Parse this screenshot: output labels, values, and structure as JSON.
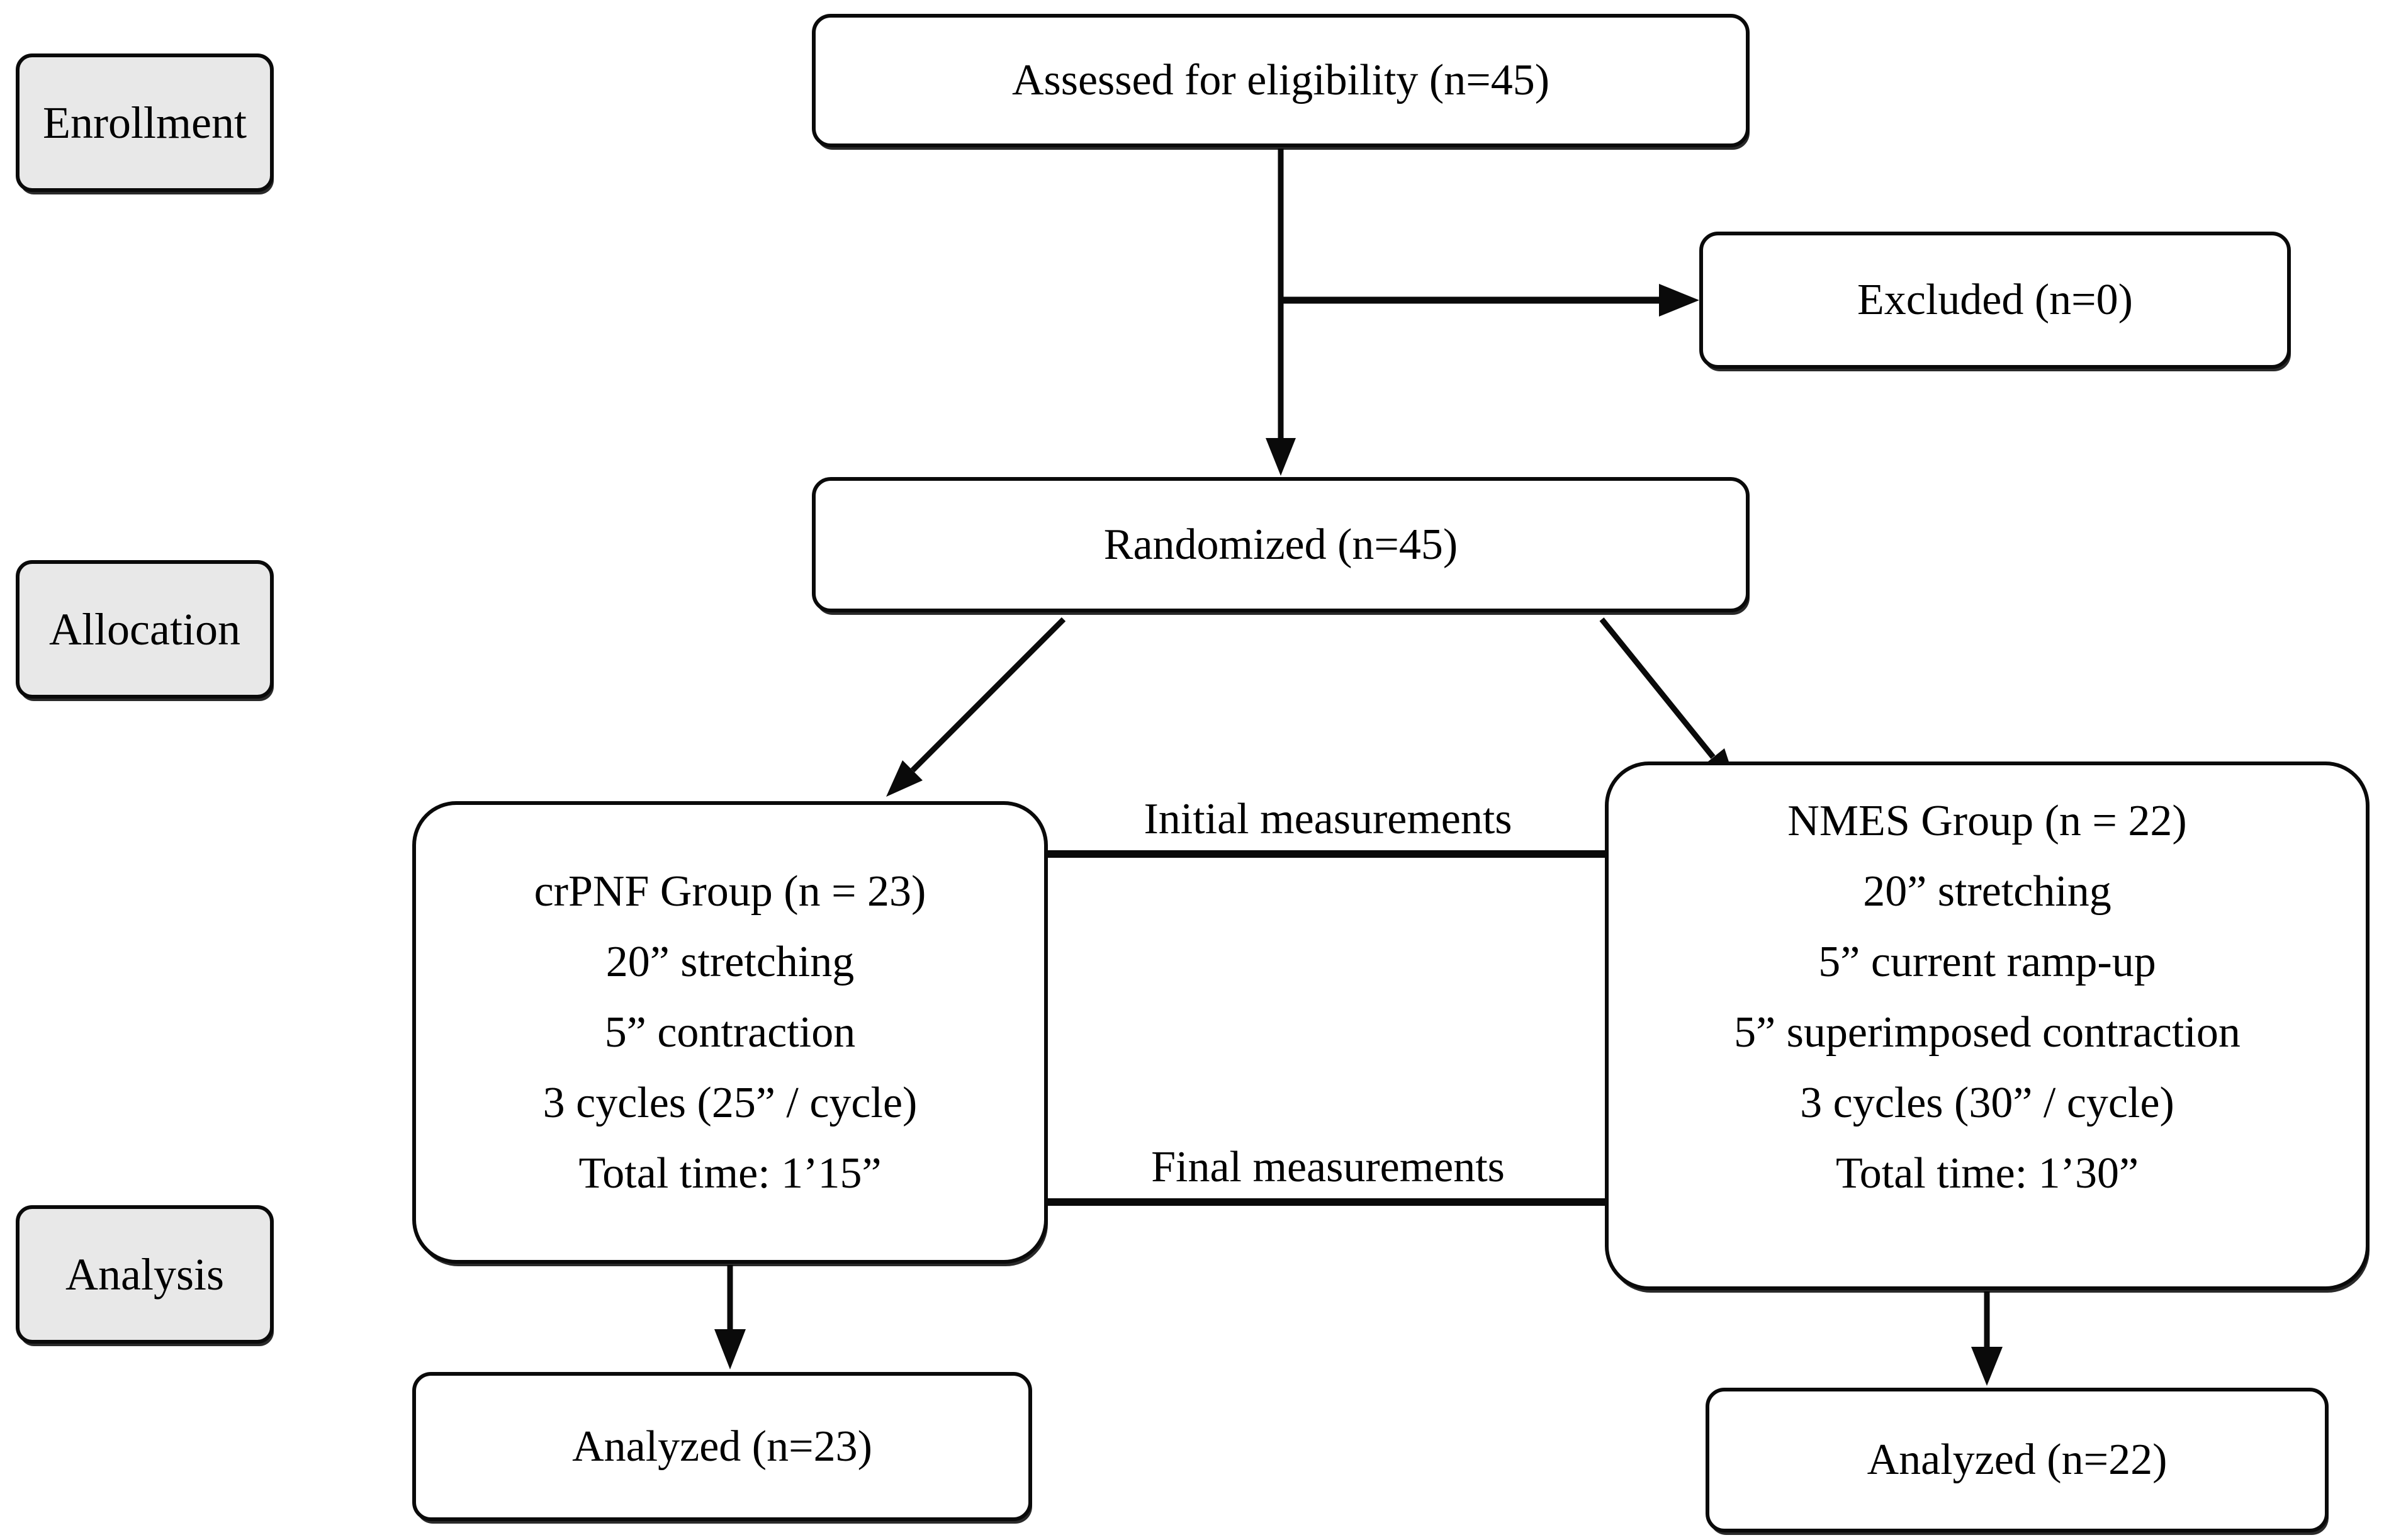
{
  "figure": {
    "type": "consort-flow-diagram",
    "background_color": "#ffffff",
    "line_color": "#000000",
    "stage_box_fill": "#e8e8e8"
  },
  "stages": [
    {
      "label": "Enrollment"
    },
    {
      "label": "Allocation"
    },
    {
      "label": "Analysis"
    }
  ],
  "boxes": {
    "assessed": "Assessed for eligibility (n=45)",
    "excluded": "Excluded (n=0)",
    "randomized": "Randomized (n=45)",
    "crpnf_lines": [
      "crPNF Group (n = 23)",
      "20” stretching",
      "5” contraction",
      "3 cycles (25” / cycle)",
      "Total time: 1’15”"
    ],
    "nmes_lines": [
      "NMES Group (n = 22)",
      "20” stretching",
      "5” current ramp-up",
      "5” superimposed contraction",
      "3 cycles (30” / cycle)",
      "Total time: 1’30”"
    ],
    "analyzed_left": "Analyzed (n=23)",
    "analyzed_right": "Analyzed (n=22)"
  },
  "connector_labels": {
    "initial": "Initial measurements",
    "final": "Final measurements"
  }
}
